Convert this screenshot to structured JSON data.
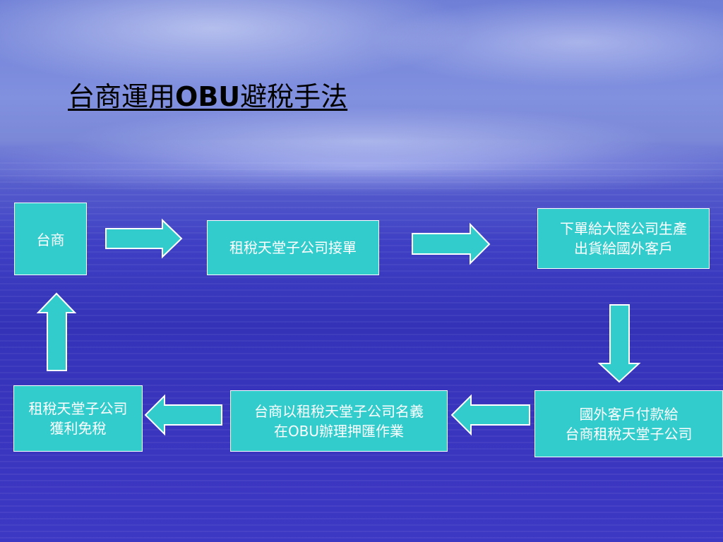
{
  "title": {
    "prefix": "台商運用",
    "latin": "OBU",
    "suffix": "避稅手法"
  },
  "nodes": {
    "taishang": "台商",
    "taxhaven_order": "租稅天堂子公司接單",
    "mainland_production": "下單給大陸公司生產\n出貨給國外客戶",
    "foreign_payment": "國外客戶付款給\n台商租稅天堂子公司",
    "obu_remittance": {
      "line1": "台商以租稅天堂子公司名義",
      "line2_prefix": "在",
      "line2_latin": "OBU",
      "line2_suffix": "辦理押匯作業"
    },
    "taxfree_profit": "租稅天堂子公司\n獲利免稅"
  },
  "colors": {
    "box_fill": "#33cccc",
    "box_border": "#ffffff",
    "text": "#ffffff",
    "title": "#000000"
  }
}
